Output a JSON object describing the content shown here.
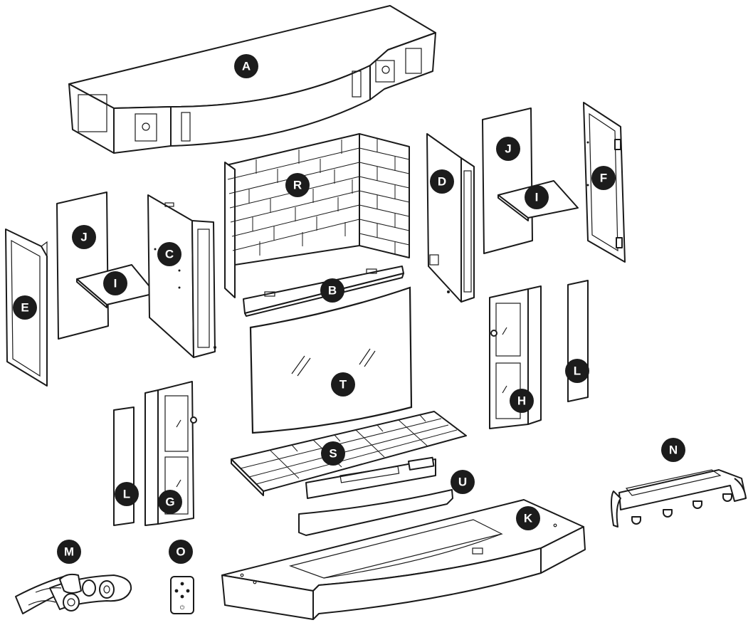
{
  "labels": {
    "A": "A",
    "B": "B",
    "C": "C",
    "D": "D",
    "E": "E",
    "F": "F",
    "G": "G",
    "H": "H",
    "I1": "I",
    "I2": "I",
    "J1": "J",
    "J2": "J",
    "K": "K",
    "L1": "L",
    "L2": "L",
    "M": "M",
    "N": "N",
    "O": "O",
    "R": "R",
    "S": "S",
    "T": "T",
    "U": "U"
  },
  "colors": {
    "line": "#1a1a1a",
    "badge": "#1c1c1c",
    "badge_text": "#ffffff",
    "background": "#ffffff"
  }
}
